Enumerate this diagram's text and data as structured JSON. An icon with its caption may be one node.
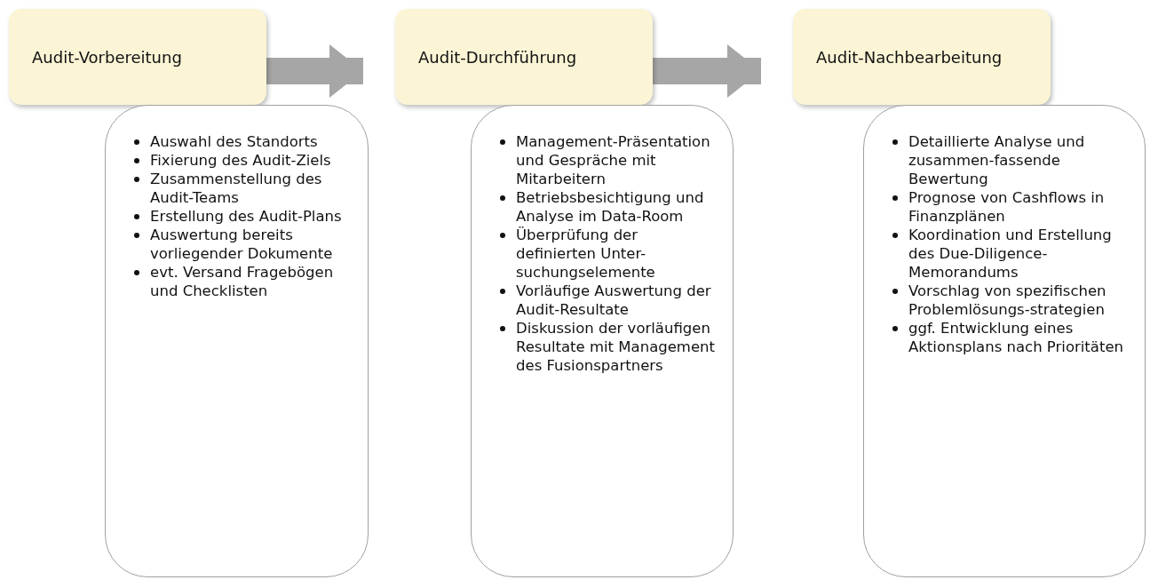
{
  "diagram": {
    "nodes": [
      {
        "text": [
          "Audit-Vorbereitung"
        ]
      },
      {
        "text": [
          "Auswahl des Standorts",
          "Fixierung des Audit-Ziels",
          "Zusammenstellung des Audit-Teams",
          "Erstellung des Audit-Plans",
          "Auswertung bereits vorliegender Dokumente",
          "evt. Versand Fragebögen und Checklisten"
        ]
      },
      {
        "text": [
          "Audit-Durchführung"
        ]
      },
      {
        "text": [
          "Management-Präsentation und Gespräche mit Mitarbeitern",
          "Betriebsbesichtigung und Analyse im Data-Room",
          "Überprüfung der definierten Unter-suchungselemente",
          "Vorläufige Auswertung der Audit-Resultate",
          "Diskussion der vorläufigen Resultate mit Management des Fusionspartners"
        ]
      },
      {
        "text": [
          "Audit-Nachbearbeitung"
        ]
      },
      {
        "text": [
          "Detaillierte Analyse und zusammen-fassende Bewertung",
          "Prognose von Cashflows in Finanzplänen",
          "Koordination und Erstellung des Due-Diligence-Memorandums",
          "Vorschlag von spezifischen Problemlösungs-strategien",
          "ggf. Entwicklung eines Aktionsplans nach Prioritäten"
        ]
      }
    ],
    "edges": [
      {
        "from": 0,
        "to": 2,
        "arrow": "to"
      },
      {
        "from": 2,
        "to": 4,
        "arrow": "to"
      }
    ]
  }
}
